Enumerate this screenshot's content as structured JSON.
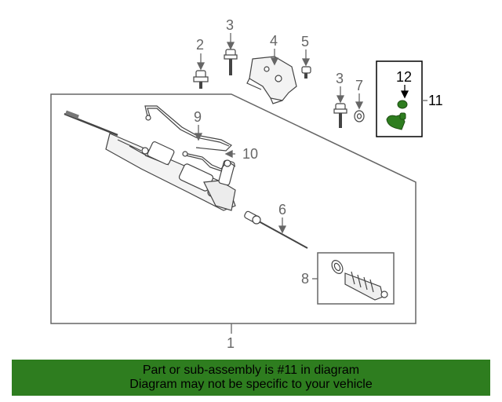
{
  "callouts": {
    "c1": "1",
    "c2": "2",
    "c3a": "3",
    "c3b": "3",
    "c4": "4",
    "c5": "5",
    "c6": "6",
    "c7": "7",
    "c8": "8",
    "c9": "9",
    "c10": "10",
    "c11": "11",
    "c12": "12"
  },
  "banner": {
    "line1": "Part or sub-assembly is #11 in diagram",
    "line2": "Diagram may not be specific to your vehicle"
  },
  "colors": {
    "highlight": "#2e7d1f",
    "line": "#666666"
  }
}
